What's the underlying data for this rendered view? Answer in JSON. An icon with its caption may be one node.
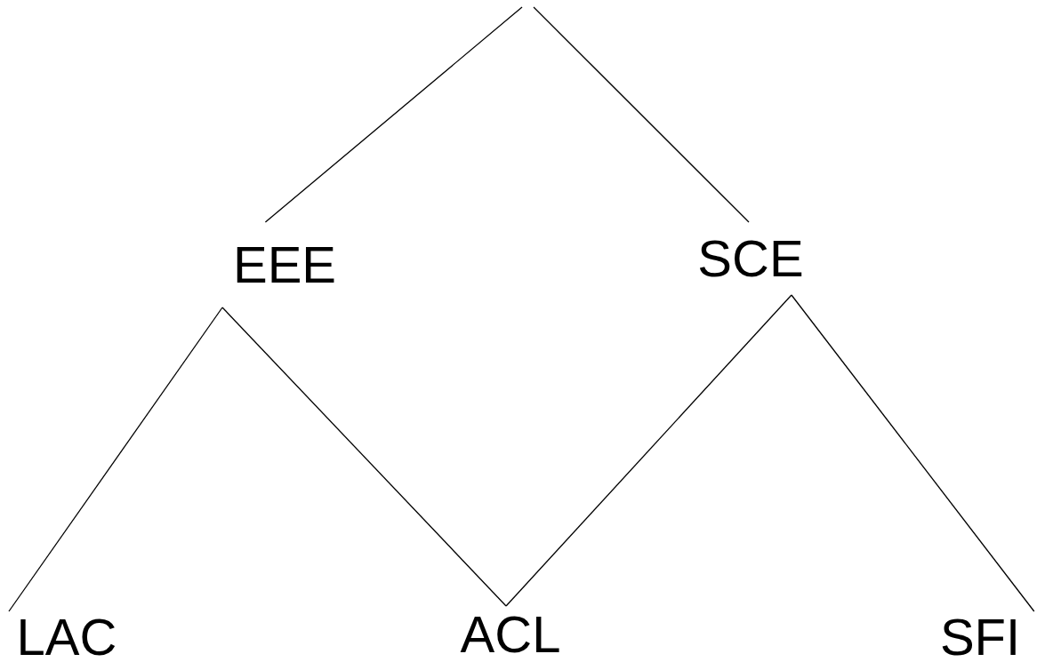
{
  "diagram": {
    "nodes": [
      {
        "text": [
          "EEE"
        ]
      },
      {
        "text": [
          "SCE"
        ]
      },
      {
        "text": [
          "LAC"
        ]
      },
      {
        "text": [
          "ACL"
        ]
      },
      {
        "text": [
          "SFI"
        ]
      }
    ],
    "edges": [
      {
        "from": null,
        "to": 0,
        "arrow": "none"
      },
      {
        "from": null,
        "to": 1,
        "arrow": "none"
      },
      {
        "from": 0,
        "to": 2,
        "arrow": "none"
      },
      {
        "from": 0,
        "to": 3,
        "arrow": "none"
      },
      {
        "from": 1,
        "to": 3,
        "arrow": "none"
      },
      {
        "from": 1,
        "to": 4,
        "arrow": "none"
      }
    ]
  }
}
